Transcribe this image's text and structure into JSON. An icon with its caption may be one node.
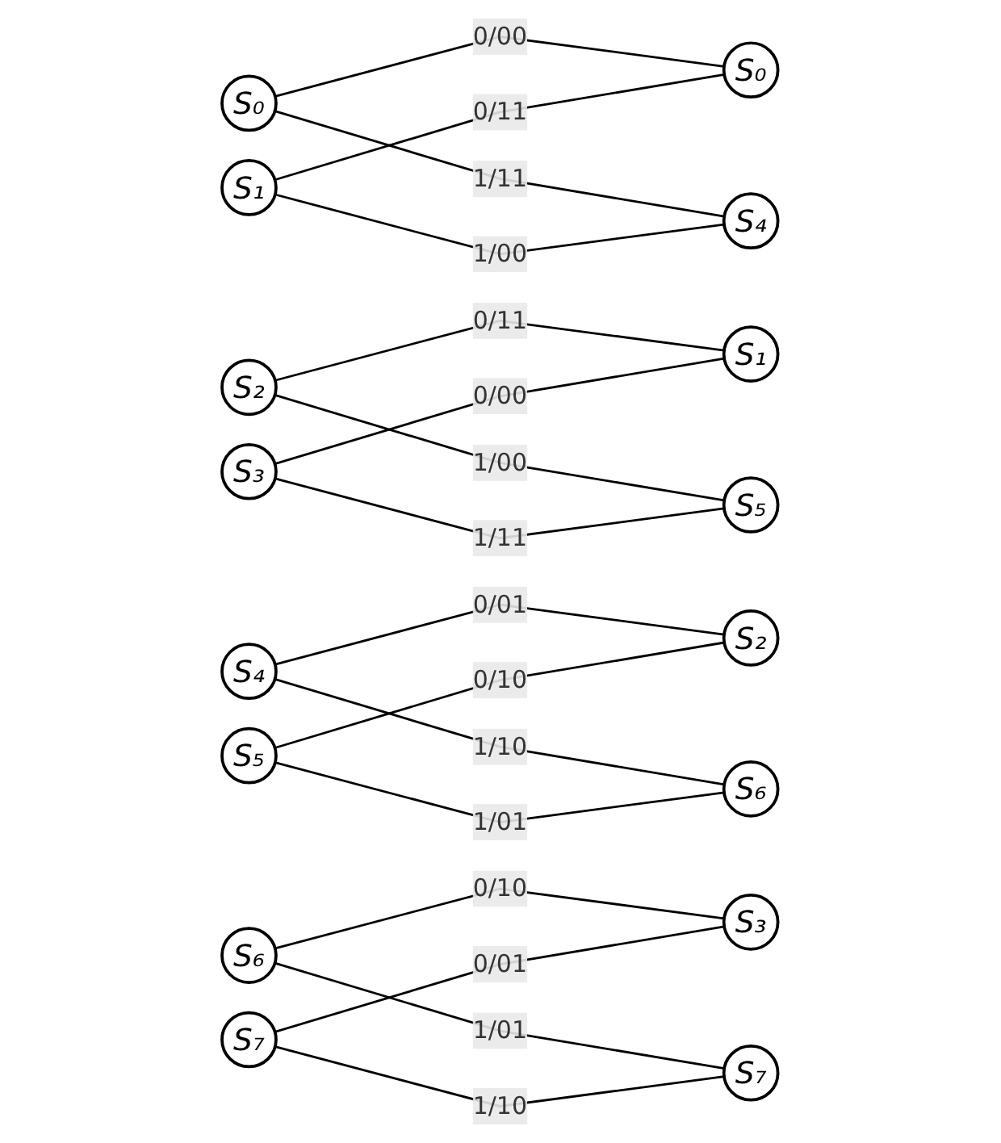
{
  "diagram": {
    "nodes": [
      {
        "text": [
          "S₀"
        ]
      },
      {
        "text": [
          "S₁"
        ]
      },
      {
        "text": [
          "S₂"
        ]
      },
      {
        "text": [
          "S₃"
        ]
      },
      {
        "text": [
          "S₄"
        ]
      },
      {
        "text": [
          "S₅"
        ]
      },
      {
        "text": [
          "S₆"
        ]
      },
      {
        "text": [
          "S₇"
        ]
      },
      {
        "text": [
          "S₀"
        ]
      },
      {
        "text": [
          "S₁"
        ]
      },
      {
        "text": [
          "S₂"
        ]
      },
      {
        "text": [
          "S₃"
        ]
      },
      {
        "text": [
          "S₄"
        ]
      },
      {
        "text": [
          "S₅"
        ]
      },
      {
        "text": [
          "S₆"
        ]
      },
      {
        "text": [
          "S₇"
        ]
      }
    ],
    "edges": [
      {
        "from": 0,
        "to": 8,
        "arrow": "none",
        "label": "0/00"
      },
      {
        "from": 0,
        "to": 12,
        "arrow": "none",
        "label": "1/11"
      },
      {
        "from": 1,
        "to": 8,
        "arrow": "none",
        "label": "0/11"
      },
      {
        "from": 1,
        "to": 12,
        "arrow": "none",
        "label": "1/00"
      },
      {
        "from": 2,
        "to": 9,
        "arrow": "none",
        "label": "0/11"
      },
      {
        "from": 2,
        "to": 13,
        "arrow": "none",
        "label": "1/00"
      },
      {
        "from": 3,
        "to": 9,
        "arrow": "none",
        "label": "0/00"
      },
      {
        "from": 3,
        "to": 13,
        "arrow": "none",
        "label": "1/11"
      },
      {
        "from": 4,
        "to": 10,
        "arrow": "none",
        "label": "0/01"
      },
      {
        "from": 4,
        "to": 14,
        "arrow": "none",
        "label": "1/10"
      },
      {
        "from": 5,
        "to": 10,
        "arrow": "none",
        "label": "0/10"
      },
      {
        "from": 5,
        "to": 14,
        "arrow": "none",
        "label": "1/01"
      },
      {
        "from": 6,
        "to": 11,
        "arrow": "none",
        "label": "0/10"
      },
      {
        "from": 6,
        "to": 15,
        "arrow": "none",
        "label": "1/01"
      },
      {
        "from": 7,
        "to": 11,
        "arrow": "none",
        "label": "0/01"
      },
      {
        "from": 7,
        "to": 15,
        "arrow": "none",
        "label": "1/10"
      }
    ]
  }
}
